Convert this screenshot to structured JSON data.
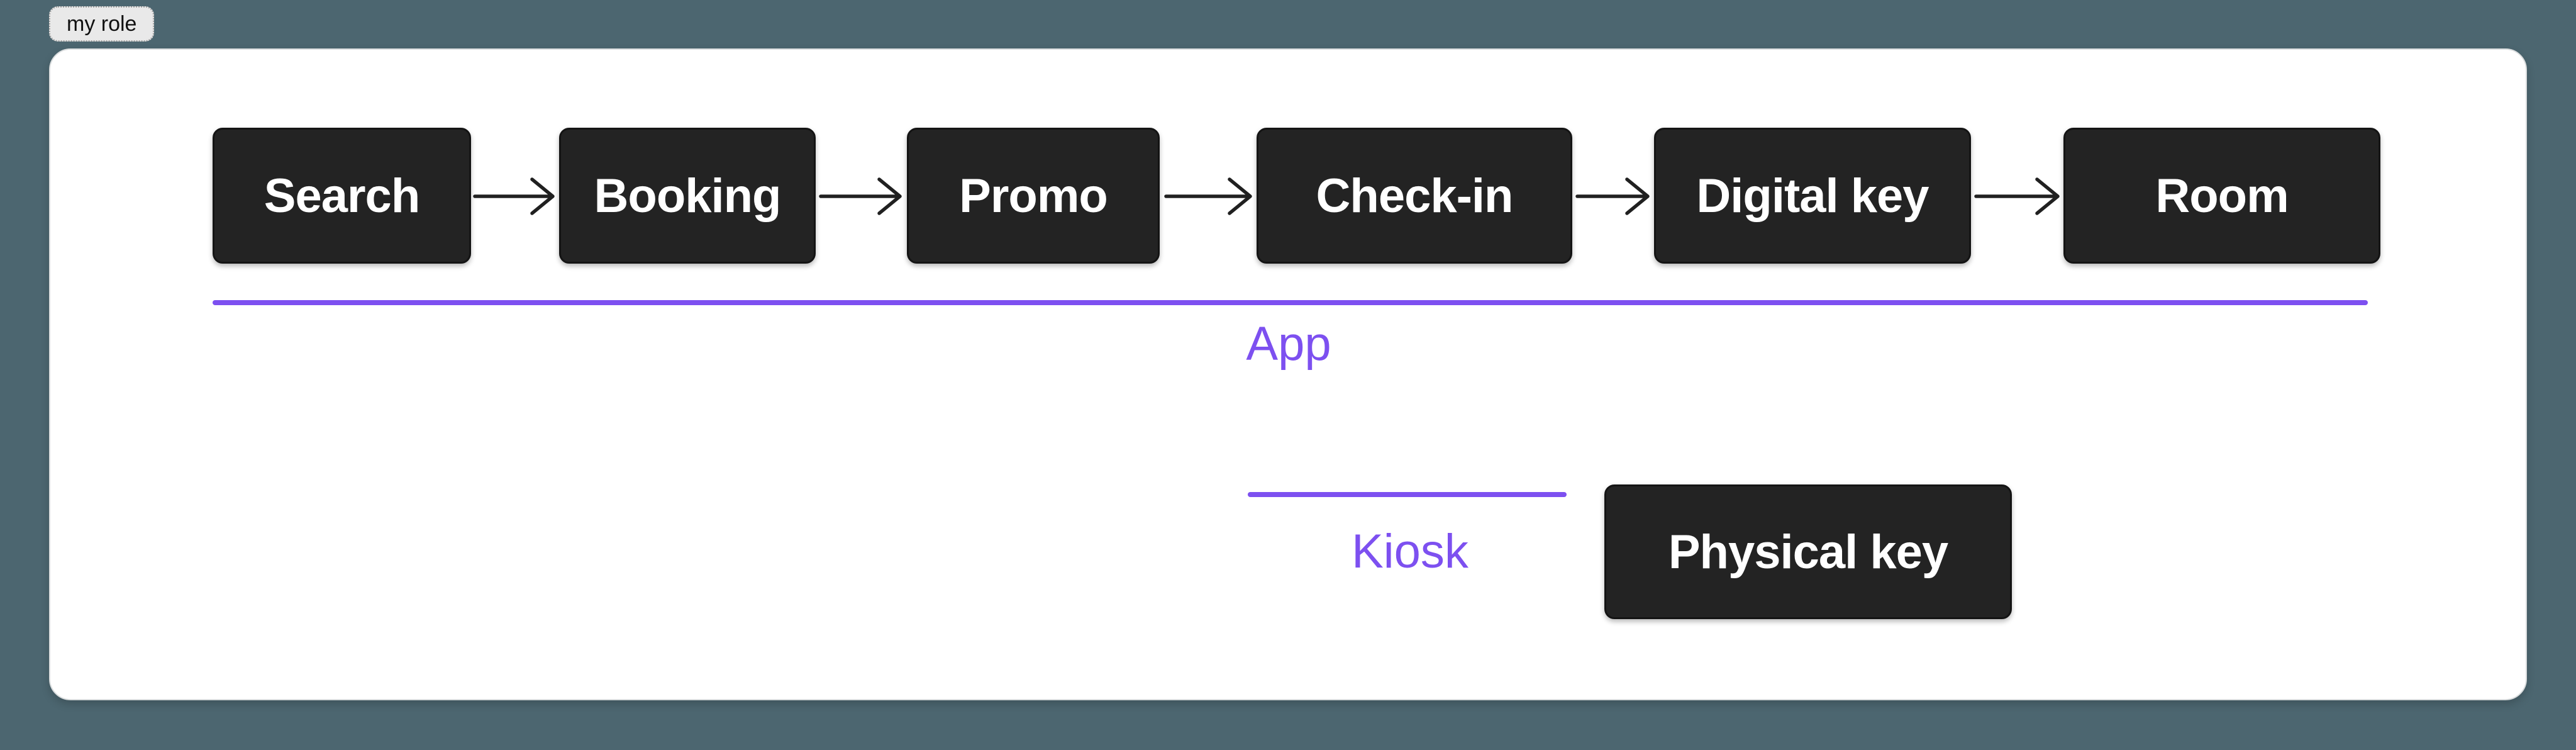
{
  "frame": {
    "label": "my role"
  },
  "flow": {
    "steps": [
      {
        "label": "Search"
      },
      {
        "label": "Booking"
      },
      {
        "label": "Promo"
      },
      {
        "label": "Check-in"
      },
      {
        "label": "Digital key"
      },
      {
        "label": "Room"
      }
    ]
  },
  "lanes": [
    {
      "label": "App"
    },
    {
      "label": "Kiosk"
    }
  ],
  "extra_nodes": [
    {
      "label": "Physical key"
    }
  ],
  "icons": [
    {
      "name": "arrow-right-icon",
      "glyph": "→"
    }
  ],
  "colors": {
    "background": "#4C6670",
    "canvas": "#FFFFFF",
    "node-fill": "#232323",
    "node-border": "#141414",
    "node-text": "#FFFFFF",
    "accent": "#7D50F0",
    "arrow": "#202020",
    "chip-bg": "#E9E9E9",
    "chip-border": "#A0A0A0",
    "chip-text": "#111111"
  }
}
